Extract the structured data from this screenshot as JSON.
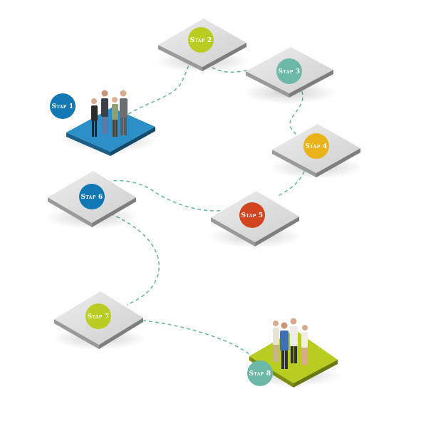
{
  "steps": [
    {
      "id": "stap-1",
      "label": "Stap 1",
      "color": "#1278b4",
      "platform": "#2d8fc8",
      "people": true
    },
    {
      "id": "stap-2",
      "label": "Stap 2",
      "color": "#b8cc21",
      "platform": "#d6d6d6"
    },
    {
      "id": "stap-3",
      "label": "Stap 3",
      "color": "#6ab8a5",
      "platform": "#d6d6d6"
    },
    {
      "id": "stap-4",
      "label": "Stap 4",
      "color": "#e9b319",
      "platform": "#d6d6d6"
    },
    {
      "id": "stap-5",
      "label": "Stap 5",
      "color": "#d2461f",
      "platform": "#d6d6d6"
    },
    {
      "id": "stap-6",
      "label": "Stap 6",
      "color": "#1278b4",
      "platform": "#d6d6d6"
    },
    {
      "id": "stap-7",
      "label": "Stap 7",
      "color": "#b8cc21",
      "platform": "#d6d6d6"
    },
    {
      "id": "stap-8",
      "label": "Stap 8",
      "color": "#6ab8a5",
      "platform": "#b8cc21",
      "people": true
    }
  ],
  "path_color": "#6ab8a5"
}
